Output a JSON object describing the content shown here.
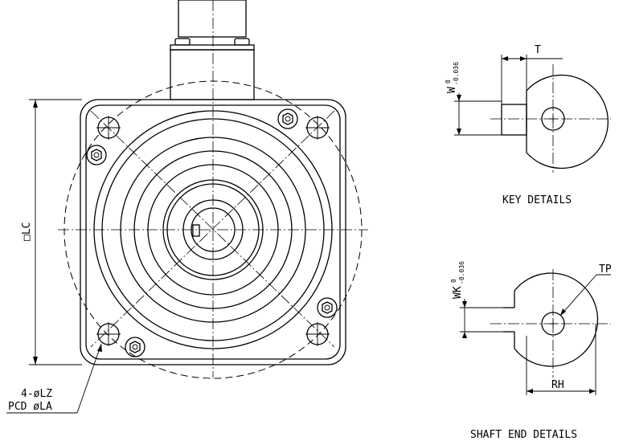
{
  "labels": {
    "flange_size": "□LC",
    "holes": "4-øLZ",
    "pcd": "PCD øLA",
    "key_t": "T",
    "key_w_base": "W",
    "key_w_upper": "0",
    "key_w_lower": "-0.036",
    "key_caption": "KEY DETAILS",
    "tp": "TP",
    "shaft_wk_base": "WK",
    "shaft_wk_upper": "0",
    "shaft_wk_lower": "-0.036",
    "shaft_rh": "RH",
    "shaft_caption": "SHAFT END DETAILS"
  },
  "colors": {
    "line": "#000000",
    "background": "#ffffff"
  }
}
